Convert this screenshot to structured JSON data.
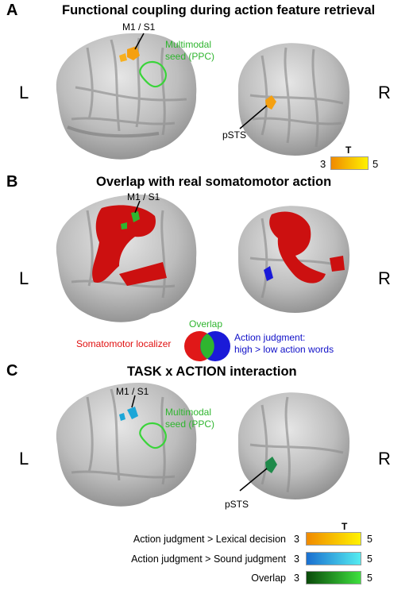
{
  "panels": {
    "a": {
      "letter": "A",
      "title": "Functional coupling during action feature retrieval",
      "left": "L",
      "right": "R",
      "m1s1": "M1 / S1",
      "seed_line1": "Multimodal",
      "seed_line2": "seed (PPC)",
      "psts": "pSTS",
      "cbar": {
        "title": "T",
        "min": "3",
        "max": "5"
      }
    },
    "b": {
      "letter": "B",
      "title": "Overlap with real somatomotor action",
      "left": "L",
      "right": "R",
      "m1s1": "M1 / S1",
      "venn": {
        "overlap": "Overlap",
        "somatomotor": "Somatomotor localizer",
        "action_line1": "Action judgment:",
        "action_line2": "high > low action words"
      }
    },
    "c": {
      "letter": "C",
      "title": "TASK x ACTION interaction",
      "left": "L",
      "right": "R",
      "m1s1": "M1 / S1",
      "seed_line1": "Multimodal",
      "seed_line2": "seed (PPC)",
      "psts": "pSTS",
      "legend": {
        "title": "T",
        "rows": [
          {
            "label": "Action judgment > Lexical decision",
            "min": "3",
            "max": "5"
          },
          {
            "label": "Action judgment > Sound judgment",
            "min": "3",
            "max": "5"
          },
          {
            "label": "Overlap",
            "min": "3",
            "max": "5"
          }
        ]
      }
    }
  },
  "colors": {
    "orange": "#f39a12",
    "yellow": "#fff200",
    "red": "#cc1010",
    "blue": "#1a1ad8",
    "green": "#2fb52f",
    "cyan": "#1ca6d8",
    "seed_outline": "#3ad43a",
    "brain": "#b8b8b8"
  }
}
